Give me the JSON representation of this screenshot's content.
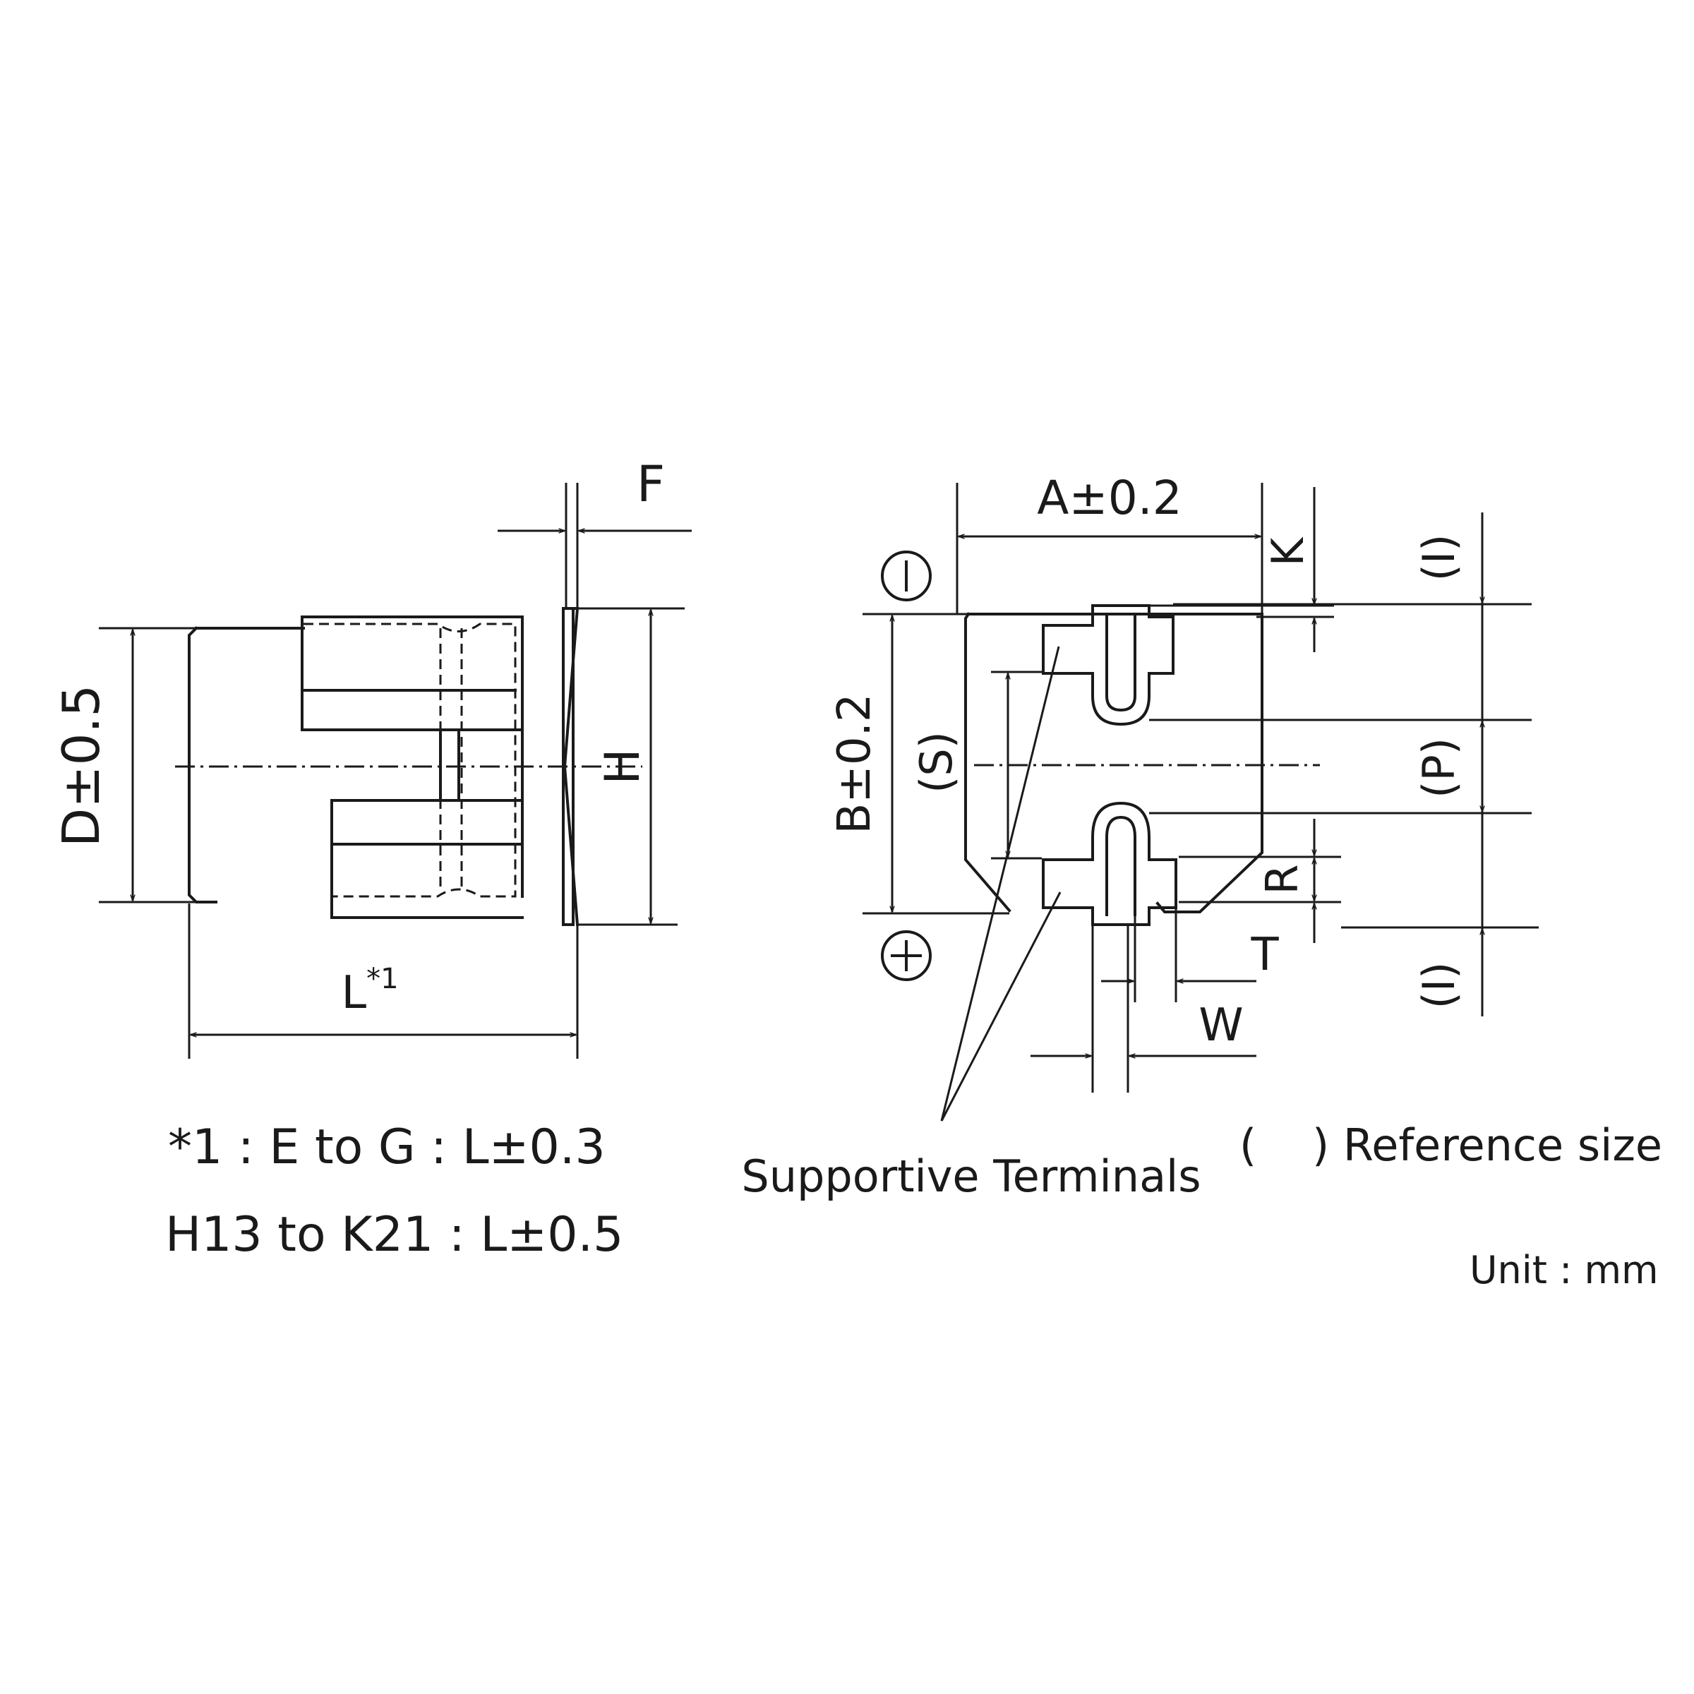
{
  "side_view": {
    "dim_D": "D±0.5",
    "dim_H": "H",
    "dim_F": "F",
    "dim_L": "L",
    "dim_L_sup": "*1"
  },
  "bottom_view": {
    "dim_A": "A±0.2",
    "dim_B": "B±0.2",
    "dim_K": "K",
    "dim_S": "(S)",
    "dim_R": "R",
    "dim_T": "T",
    "dim_W": "W",
    "dim_P": "(P)",
    "dim_I_top": "(I)",
    "dim_I_bottom": "(I)",
    "minus_symbol": "−",
    "plus_symbol": "+",
    "supportive_label": "Supportive Terminals"
  },
  "notes": {
    "note_line1": "*1 : E to G : L±0.3",
    "note_line2": "H13 to K21 : L±0.5",
    "reference_size": "(    ) Reference size",
    "unit": "Unit : mm"
  }
}
